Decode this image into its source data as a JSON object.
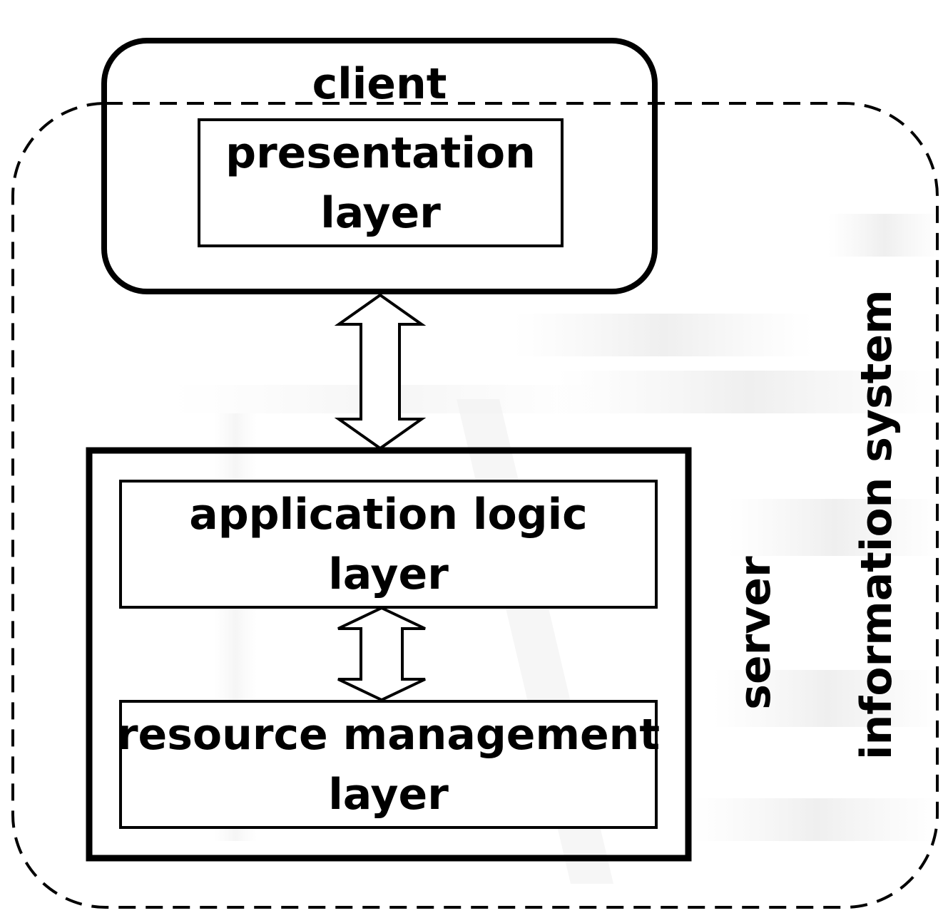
{
  "client_label": "client",
  "presentation_layer": {
    "line1": "presentation",
    "line2": "layer"
  },
  "application_logic_layer": {
    "line1": "application logic",
    "line2": "layer"
  },
  "resource_management_layer": {
    "line1": "resource management",
    "line2": "layer"
  },
  "server_label": "server",
  "information_system_label": "information system",
  "colors": {
    "stroke": "#000000",
    "background": "#ffffff",
    "decor": "#ececec"
  }
}
